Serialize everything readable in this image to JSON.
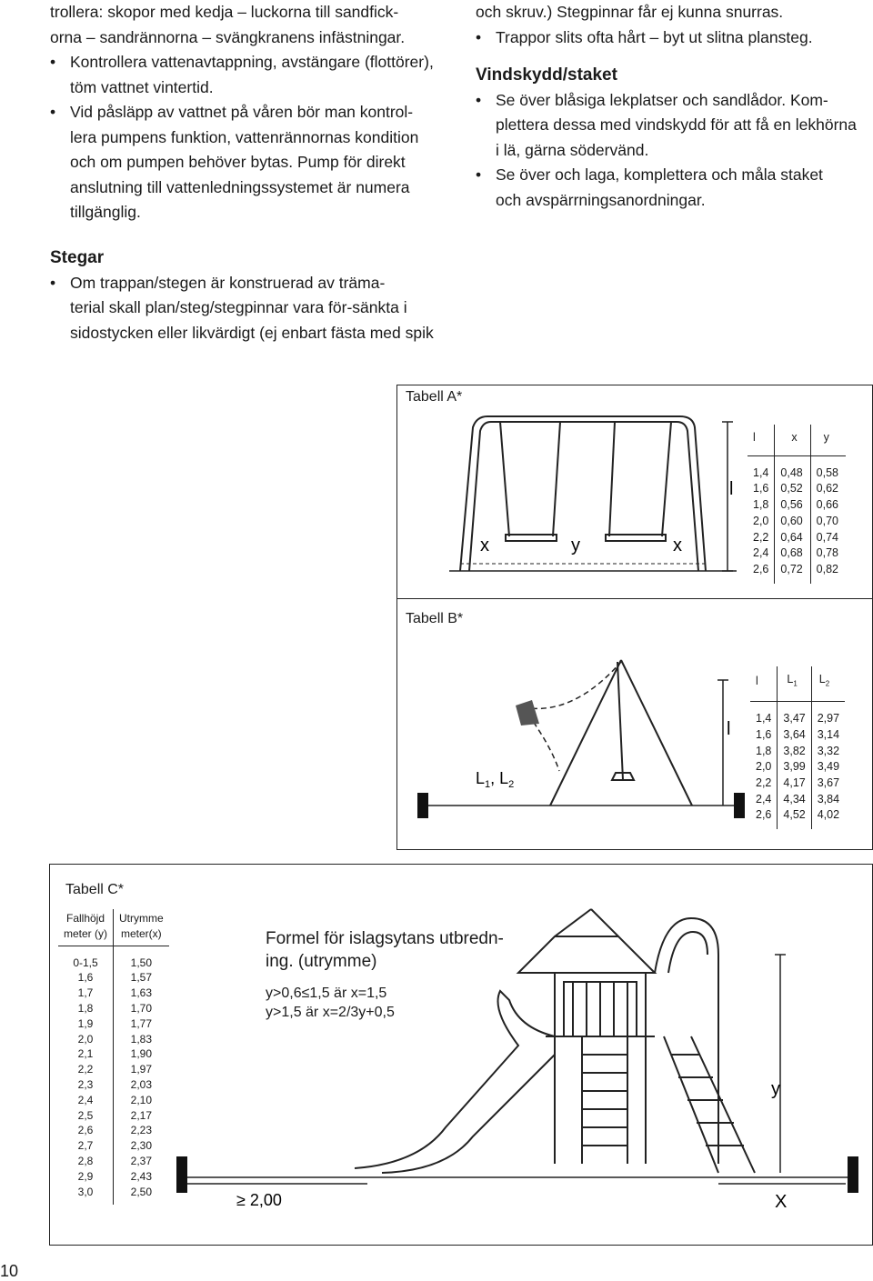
{
  "left_column": {
    "lines": [
      "trollera: skopor med kedja – luckorna till sandfick-",
      "orna – sandrännorna – svängkranens infästningar.",
      "Kontrollera vattenavtappning, avstängare (flottörer),",
      "töm vattnet vintertid.",
      "Vid påsläpp av vattnet på våren bör man kontrol-",
      "lera pumpens funktion, vattenrännornas kondition",
      "och om pumpen behöver bytas. Pump för direkt",
      "anslutning till vattenledningssystemet är numera",
      "tillgänglig."
    ],
    "stegar_heading": "Stegar",
    "stegar_lines": [
      "Om trappan/stegen är konstruerad av träma-",
      "terial skall plan/steg/stegpinnar vara för-sänkta i",
      "sidostycken eller likvärdigt (ej enbart fästa med spik"
    ]
  },
  "right_column": {
    "lines": [
      "och skruv.) Stegpinnar får ej kunna snurras.",
      "Trappor slits ofta hårt – byt ut slitna plansteg."
    ],
    "vindskydd_heading": "Vindskydd/staket",
    "vindskydd_lines": [
      "Se över blåsiga lekplatser och sandlådor. Kom-",
      "plettera dessa med vindskydd för att få en lekhörna",
      "i lä, gärna södervänd.",
      "Se över och laga, komplettera och måla staket",
      "och avspärrningsanordningar."
    ]
  },
  "tabell_a": {
    "title": "Tabell A*",
    "diagram_labels": {
      "x_left": "x",
      "y": "y",
      "x_right": "x",
      "l": "l"
    },
    "headers": [
      "l",
      "x",
      "y"
    ],
    "rows": [
      [
        "1,4",
        "0,48",
        "0,58"
      ],
      [
        "1,6",
        "0,52",
        "0,62"
      ],
      [
        "1,8",
        "0,56",
        "0,66"
      ],
      [
        "2,0",
        "0,60",
        "0,70"
      ],
      [
        "2,2",
        "0,64",
        "0,74"
      ],
      [
        "2,4",
        "0,68",
        "0,78"
      ],
      [
        "2,6",
        "0,72",
        "0,82"
      ]
    ]
  },
  "tabell_b": {
    "title": "Tabell B*",
    "diagram_labels": {
      "l": "l",
      "L_label": "L",
      "sub1": "1",
      "sep": ", ",
      "sub2": "2"
    },
    "headers": [
      "l",
      "L",
      "1",
      "L",
      "2"
    ],
    "rows": [
      [
        "1,4",
        "3,47",
        "2,97"
      ],
      [
        "1,6",
        "3,64",
        "3,14"
      ],
      [
        "1,8",
        "3,82",
        "3,32"
      ],
      [
        "2,0",
        "3,99",
        "3,49"
      ],
      [
        "2,2",
        "4,17",
        "3,67"
      ],
      [
        "2,4",
        "4,34",
        "3,84"
      ],
      [
        "2,6",
        "4,52",
        "4,02"
      ]
    ]
  },
  "tabell_c": {
    "title": "Tabell C*",
    "col1_header": [
      "Fallhöjd",
      "meter (y)"
    ],
    "col2_header": [
      "Utrymme",
      "meter(x)"
    ],
    "rows": [
      [
        "0-1,5",
        "1,50"
      ],
      [
        "1,6",
        "1,57"
      ],
      [
        "1,7",
        "1,63"
      ],
      [
        "1,8",
        "1,70"
      ],
      [
        "1,9",
        "1,77"
      ],
      [
        "2,0",
        "1,83"
      ],
      [
        "2,1",
        "1,90"
      ],
      [
        "2,2",
        "1,97"
      ],
      [
        "2,3",
        "2,03"
      ],
      [
        "2,4",
        "2,10"
      ],
      [
        "2,5",
        "2,17"
      ],
      [
        "2,6",
        "2,23"
      ],
      [
        "2,7",
        "2,30"
      ],
      [
        "2,8",
        "2,37"
      ],
      [
        "2,9",
        "2,43"
      ],
      [
        "3,0",
        "2,50"
      ]
    ],
    "formula_title": [
      "Formel för islagsytans utbredn-",
      "ing. (utrymme)"
    ],
    "formula_lines": [
      "y>0,6≤1,5 är x=1,5",
      "y>1,5 är x=2/3y+0,5"
    ],
    "diagram_labels": {
      "min_distance": "≥ 2,00",
      "y": "y",
      "x": "X"
    }
  },
  "page_number": "10"
}
